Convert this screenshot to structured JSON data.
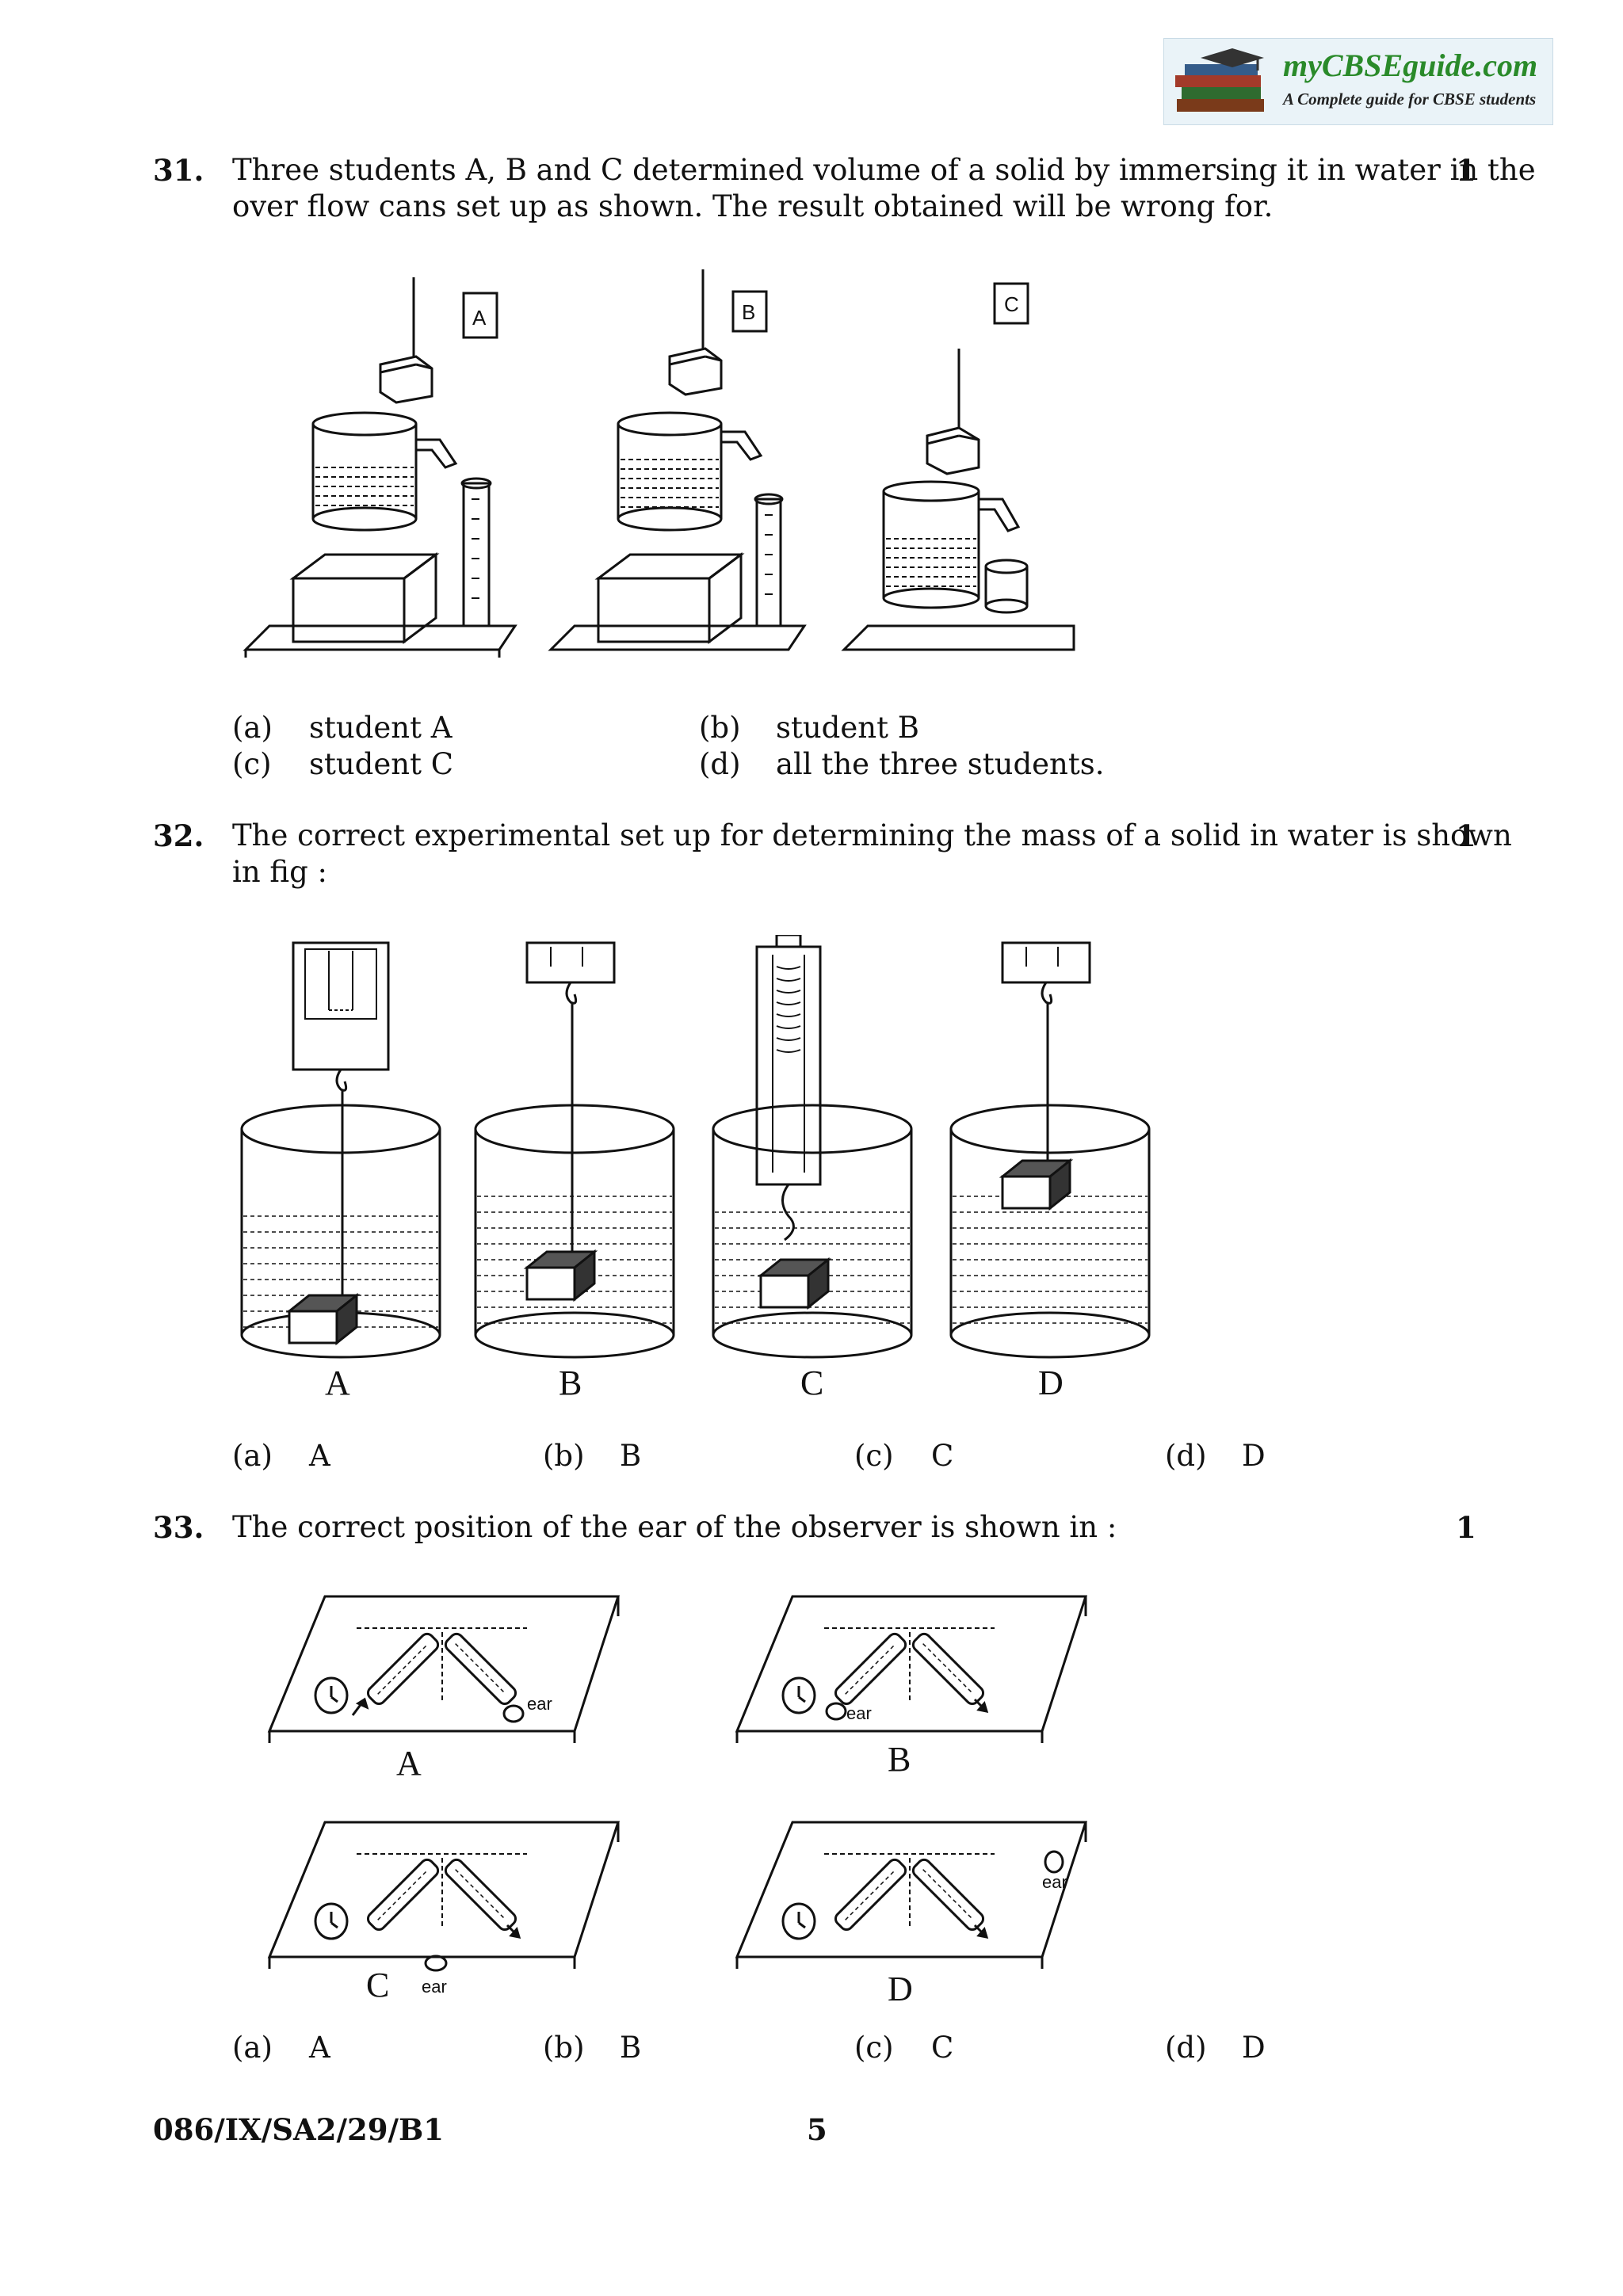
{
  "header": {
    "logo_brand": "myCBSEguide.com",
    "logo_tagline": "A Complete guide for CBSE students"
  },
  "q31": {
    "number": "31.",
    "text_line1": "Three students A, B and C determined volume of a solid by immersing it in water in the",
    "text_line2": "over flow cans set up as shown.  The result obtained will be wrong for.",
    "marks": "1",
    "figure_labels": [
      "A",
      "B",
      "C"
    ],
    "options": [
      {
        "key": "(a)",
        "text": "student A"
      },
      {
        "key": "(b)",
        "text": "student B"
      },
      {
        "key": "(c)",
        "text": "student C"
      },
      {
        "key": "(d)",
        "text": "all the three students."
      }
    ]
  },
  "q32": {
    "number": "32.",
    "text_line1": "The correct experimental set up for determining the mass of a solid in water is shown",
    "text_line2": "in fig :",
    "marks": "1",
    "figure_labels": [
      "A",
      "B",
      "C",
      "D"
    ],
    "options": [
      {
        "key": "(a)",
        "text": "A"
      },
      {
        "key": "(b)",
        "text": "B"
      },
      {
        "key": "(c)",
        "text": "C"
      },
      {
        "key": "(d)",
        "text": "D"
      }
    ]
  },
  "q33": {
    "number": "33.",
    "text_line1": "The correct position of the ear of the observer is shown in :",
    "marks": "1",
    "figure_labels": [
      "A",
      "B",
      "C",
      "D"
    ],
    "ear_label": "ear",
    "options": [
      {
        "key": "(a)",
        "text": "A"
      },
      {
        "key": "(b)",
        "text": "B"
      },
      {
        "key": "(c)",
        "text": "C"
      },
      {
        "key": "(d)",
        "text": "D"
      }
    ]
  },
  "footer": {
    "code": "086/IX/SA2/29/B1",
    "page": "5"
  }
}
